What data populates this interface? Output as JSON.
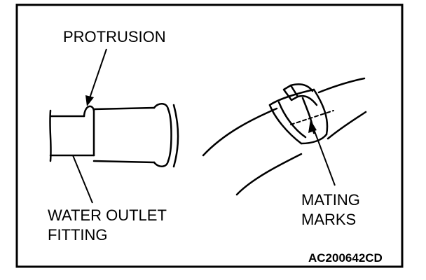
{
  "diagram": {
    "labels": {
      "protrusion": "PROTRUSION",
      "water_outlet_line1": "WATER OUTLET",
      "water_outlet_line2": "FITTING",
      "mating_line1": "MATING",
      "mating_line2": "MARKS"
    },
    "figure_code": "AC200642CD"
  }
}
